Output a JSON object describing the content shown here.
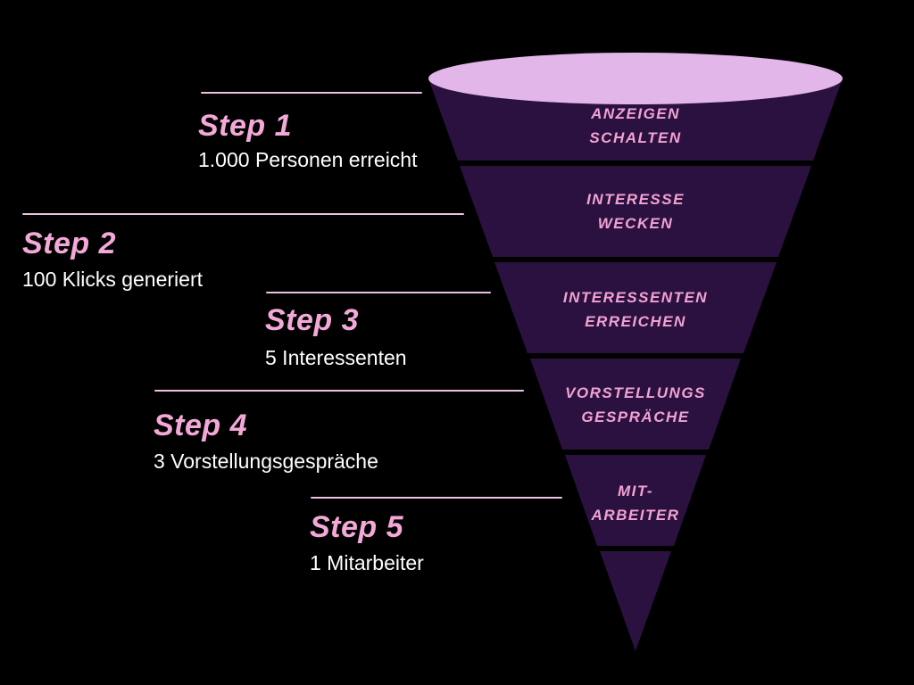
{
  "colors": {
    "background": "#000000",
    "funnel_segment": "#2b1140",
    "funnel_top": "#e2b6e8",
    "funnel_text": "#f2a2d2",
    "accent_pink": "#f3a8d8",
    "line_pink": "#ecc2e2",
    "text_white": "#ffffff"
  },
  "steps": [
    {
      "label": "Step 1",
      "detail": "1.000 Personen erreicht",
      "funnel_line1": "ANZEIGEN",
      "funnel_line2": "SCHALTEN"
    },
    {
      "label": "Step 2",
      "detail": "100 Klicks generiert",
      "funnel_line1": "INTERESSE",
      "funnel_line2": "WECKEN"
    },
    {
      "label": "Step 3",
      "detail": "5 Interessenten",
      "funnel_line1": "INTERESSENTEN",
      "funnel_line2": "ERREICHEN"
    },
    {
      "label": "Step 4",
      "detail": "3 Vorstellungsgespräche",
      "funnel_line1": "VORSTELLUNGS",
      "funnel_line2": "GESPRÄCHE"
    },
    {
      "label": "Step 5",
      "detail": "1 Mitarbeiter",
      "funnel_line1": "MIT-",
      "funnel_line2": "ARBEITER"
    }
  ]
}
